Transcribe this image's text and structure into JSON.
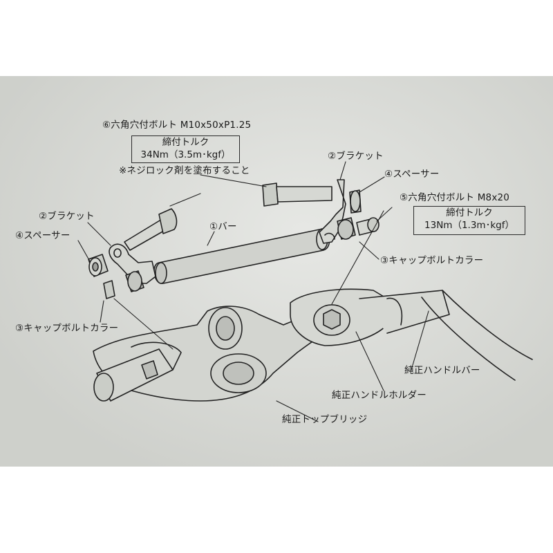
{
  "labels": {
    "bolt_m10": "⑥六角穴付ボルト M10x50xP1.25",
    "torque_title_a": "締付トルク",
    "torque_value_a": "34Nm（3.5m･kgf）",
    "locking_note": "※ネジロック剤を塗布すること",
    "bracket_right": "②ブラケット",
    "spacer_right": "④スペーサー",
    "bolt_m8": "⑤六角穴付ボルト M8x20",
    "torque_title_b": "締付トルク",
    "torque_value_b": "13Nm（1.3m･kgf）",
    "bracket_left": "②ブラケット",
    "spacer_left": "④スペーサー",
    "bar": "①バー",
    "cap_collar_right": "③キャップボルトカラー",
    "cap_collar_left": "③キャップボルトカラー",
    "oem_handlebar": "純正ハンドルバー",
    "oem_holder": "純正ハンドルホルダー",
    "oem_top_bridge": "純正トップブリッジ"
  },
  "colors": {
    "paper": "#d9dbd6",
    "ink": "#1a1a1a"
  }
}
